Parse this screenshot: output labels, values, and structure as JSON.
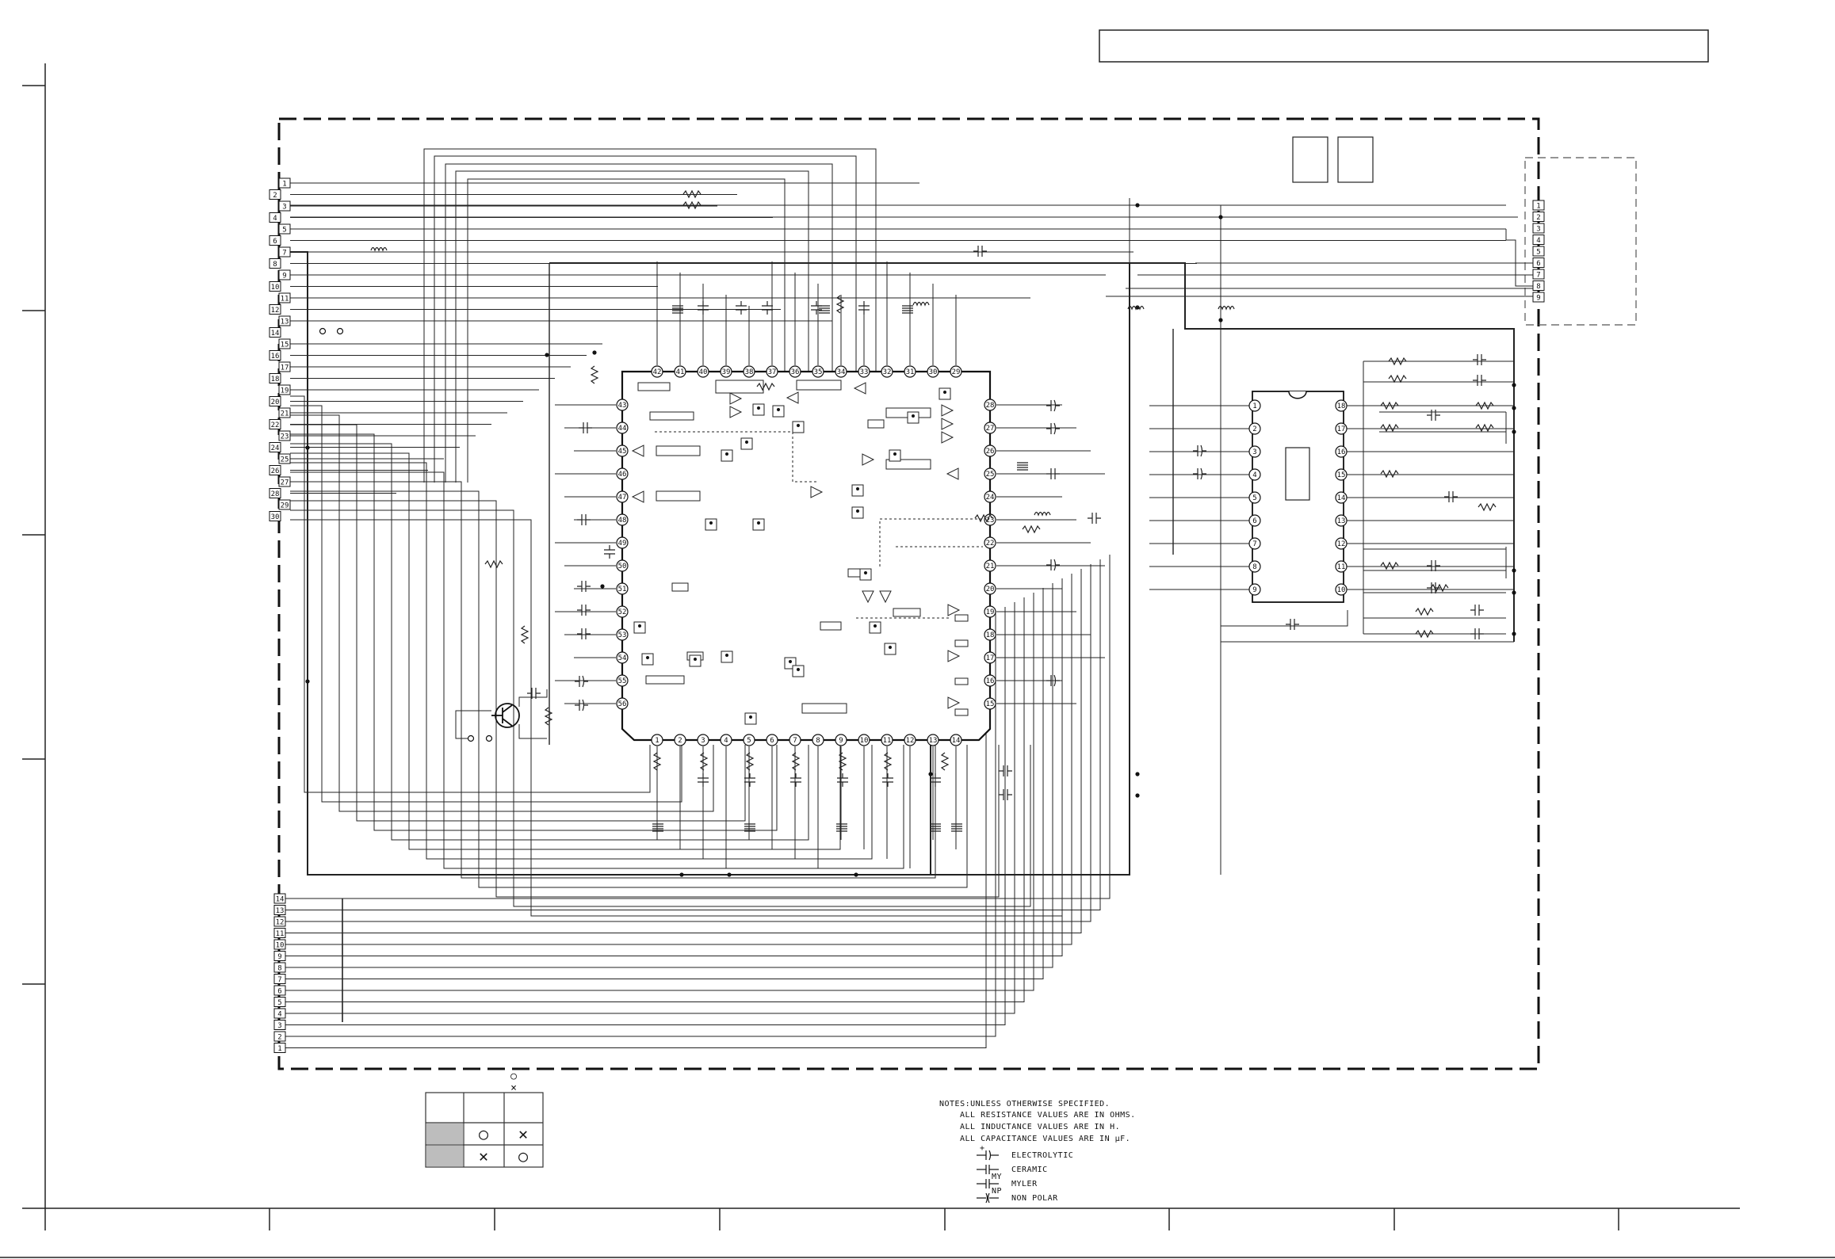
{
  "title_block": {
    "text": ""
  },
  "left_connector": {
    "pins": [
      "1",
      "2",
      "3",
      "4",
      "5",
      "6",
      "7",
      "8",
      "9",
      "10",
      "11",
      "12",
      "13",
      "14",
      "15",
      "16",
      "17",
      "18",
      "19",
      "20",
      "21",
      "22",
      "23",
      "24",
      "25",
      "26",
      "27",
      "28",
      "29",
      "30"
    ]
  },
  "bottom_connector": {
    "pins": [
      "14",
      "13",
      "12",
      "11",
      "10",
      "9",
      "8",
      "7",
      "6",
      "5",
      "4",
      "3",
      "2",
      "1"
    ]
  },
  "right_connector": {
    "pins": [
      "1",
      "2",
      "3",
      "4",
      "5",
      "6",
      "7",
      "8",
      "9"
    ]
  },
  "main_ic": {
    "pins_top": [
      "42",
      "41",
      "40",
      "39",
      "38",
      "37",
      "36",
      "35",
      "34",
      "33",
      "32",
      "31",
      "30",
      "29"
    ],
    "pins_left": [
      "43",
      "44",
      "45",
      "46",
      "47",
      "48",
      "49",
      "50",
      "51",
      "52",
      "53",
      "54",
      "55",
      "56"
    ],
    "pins_right": [
      "28",
      "27",
      "26",
      "25",
      "24",
      "23",
      "22",
      "21",
      "20",
      "19",
      "18",
      "17",
      "16",
      "15"
    ],
    "pins_bottom": [
      "1",
      "2",
      "3",
      "4",
      "5",
      "6",
      "7",
      "8",
      "9",
      "10",
      "11",
      "12",
      "13",
      "14"
    ]
  },
  "sub_ic": {
    "pins_left": [
      "1",
      "2",
      "3",
      "4",
      "5",
      "6",
      "7",
      "8",
      "9"
    ],
    "pins_right": [
      "18",
      "17",
      "16",
      "15",
      "14",
      "13",
      "12",
      "11",
      "10"
    ]
  },
  "legend_table": {
    "header_symbols": {
      "circle": "○",
      "cross": "×"
    },
    "rows": [
      {
        "c2": "○",
        "c3": "✕"
      },
      {
        "c2": "✕",
        "c3": "○"
      }
    ]
  },
  "notes": {
    "heading": "NOTES:UNLESS OTHERWISE SPECIFIED.",
    "lines": [
      "ALL RESISTANCE VALUES ARE IN OHMS.",
      "ALL INDUCTANCE VALUES ARE IN H.",
      "ALL CAPACITANCE VALUES ARE IN µF."
    ],
    "symbols": [
      {
        "label": "ELECTROLYTIC"
      },
      {
        "label": "CERAMIC"
      },
      {
        "label": "MYLER",
        "tag": "MY"
      },
      {
        "label": "NON POLAR",
        "tag": "NP"
      }
    ]
  }
}
